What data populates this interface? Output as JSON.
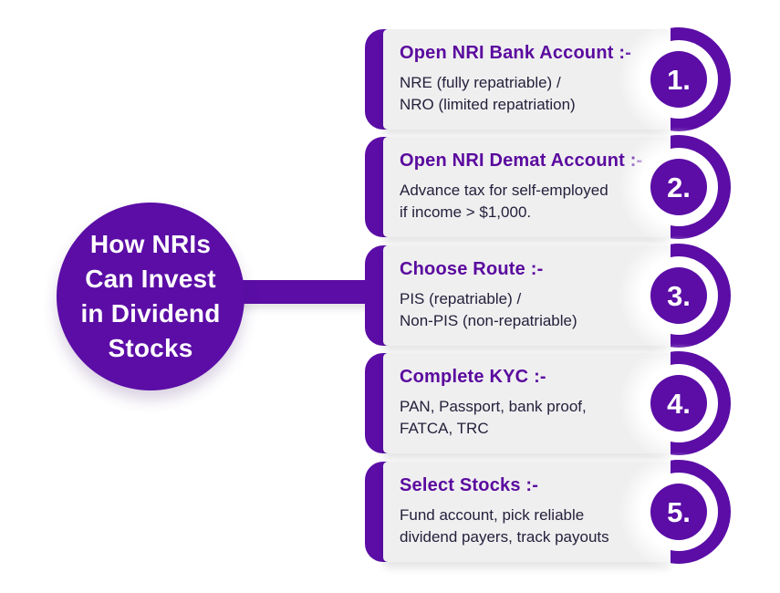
{
  "title": "How NRIs Can Invest in Dividend Stocks infographic",
  "colors": {
    "purple": "#5b0da6",
    "title_purple": "#5a0a9e",
    "body_text": "#26203b",
    "card_background": "#efeff0",
    "page_background": "#ffffff"
  },
  "hub": {
    "line1": "How NRIs",
    "line2": "Can Invest",
    "line3": "in Dividend",
    "line4": "Stocks"
  },
  "steps": [
    {
      "number": "1.",
      "title": "Open NRI Bank Account :-",
      "body_line1": "NRE (fully repatriable) /",
      "body_line2": "NRO (limited repatriation)"
    },
    {
      "number": "2.",
      "title": "Open NRI Demat Account :-",
      "body_line1": "Advance tax for self-employed",
      "body_line2": "if income > $1,000."
    },
    {
      "number": "3.",
      "title": "Choose Route :-",
      "body_line1": "PIS (repatriable) /",
      "body_line2": "Non-PIS (non-repatriable)"
    },
    {
      "number": "4.",
      "title": "Complete KYC :-",
      "body_line1": "PAN, Passport, bank proof,",
      "body_line2": "FATCA, TRC"
    },
    {
      "number": "5.",
      "title": "Select Stocks :-",
      "body_line1": "Fund account, pick reliable",
      "body_line2": "dividend payers, track payouts"
    }
  ]
}
